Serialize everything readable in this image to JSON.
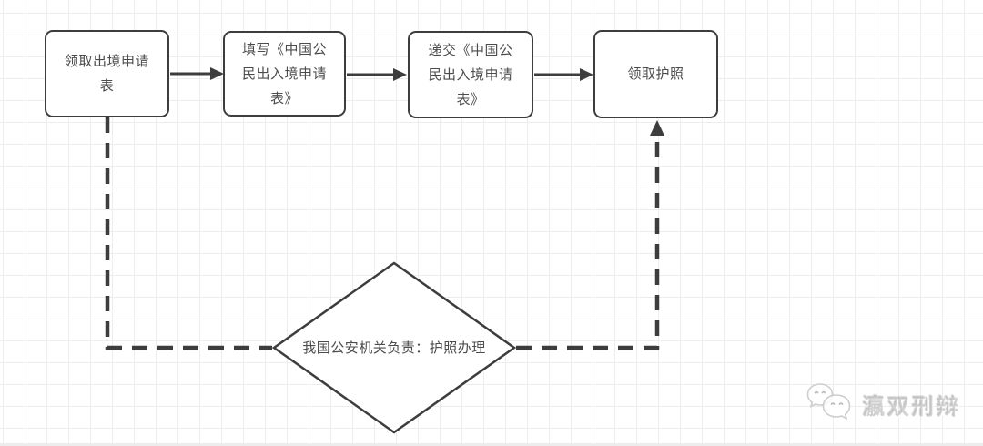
{
  "diagram": {
    "nodes": [
      {
        "id": "step1",
        "type": "process",
        "label": "领取出境申请表"
      },
      {
        "id": "step2",
        "type": "process",
        "label": "填写《中国公民出入境申请表》"
      },
      {
        "id": "step3",
        "type": "process",
        "label": "递交《中国公民出入境申请表》"
      },
      {
        "id": "step4",
        "type": "process",
        "label": "领取护照"
      },
      {
        "id": "authority",
        "type": "decision-diamond",
        "label": "我国公安机关负责：护照办理"
      }
    ],
    "edges": [
      {
        "from": "step1",
        "to": "step2",
        "style": "solid",
        "arrow": true
      },
      {
        "from": "step2",
        "to": "step3",
        "style": "solid",
        "arrow": true
      },
      {
        "from": "step3",
        "to": "step4",
        "style": "solid",
        "arrow": true
      },
      {
        "from": "step1",
        "to": "authority",
        "style": "dashed",
        "arrow": false
      },
      {
        "from": "authority",
        "to": "step4",
        "style": "dashed",
        "arrow": true
      }
    ]
  },
  "watermark": {
    "icon": "chat-bubbles-icon",
    "text": "瀛双刑辩"
  },
  "colors": {
    "stroke": "#3d3d3d",
    "node_text": "#4c4c4c",
    "grid_line": "#ededed",
    "background": "#ffffff",
    "watermark_gray": "#bababa"
  }
}
